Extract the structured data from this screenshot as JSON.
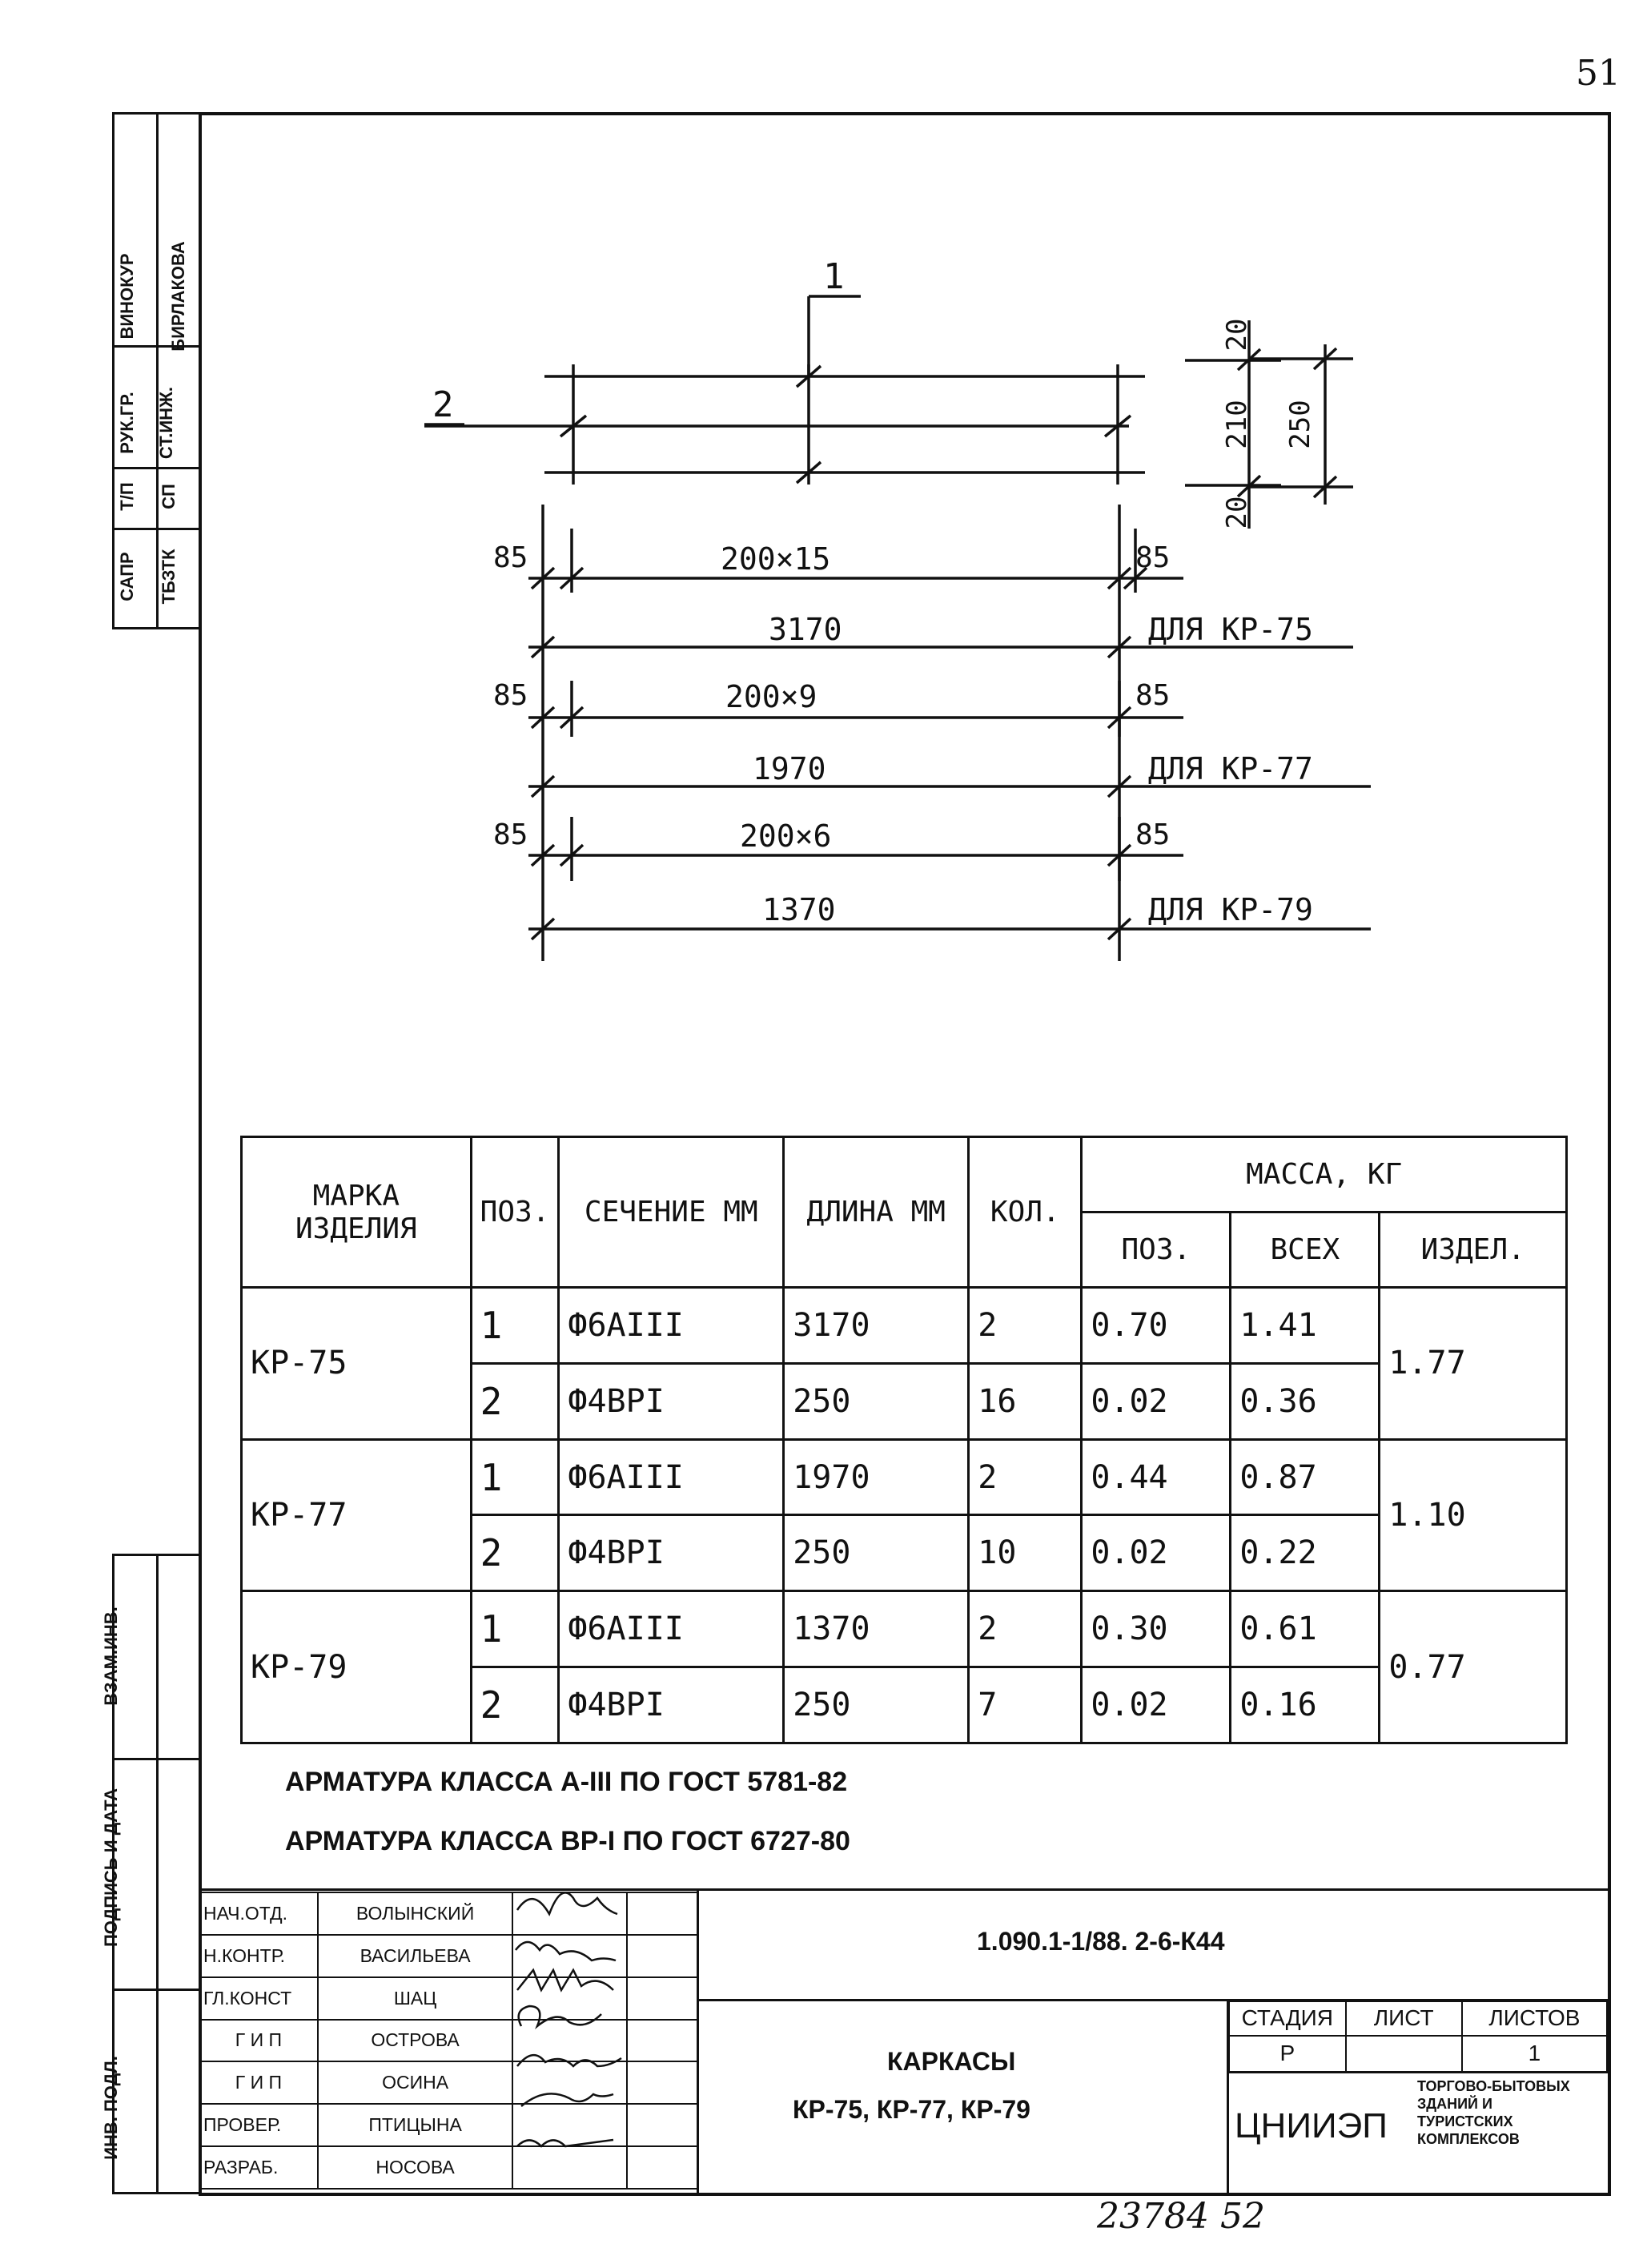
{
  "page_number": "51",
  "inventory_number": "23784 52",
  "side_stamp_top": {
    "rows": [
      {
        "role": "ВИНОКУР",
        "name": "БИРЛАКОВА"
      },
      {
        "role": "РУК.ГР.",
        "name": "СТ.ИНЖ."
      },
      {
        "role": "Т/П",
        "name": "СП"
      },
      {
        "role": "САПР",
        "name": "ТБЗТК"
      }
    ]
  },
  "side_stamp_bottom": {
    "labels": [
      "ВЗАМ.ИНВ.",
      "ПОДПИСЬ И ДАТА",
      "ИНВ. ПОДЛ."
    ]
  },
  "drawing": {
    "label_1": "1",
    "label_2": "2",
    "dim_20_top": "20",
    "dim_210": "210",
    "dim_250": "250",
    "dim_20_bottom": "20",
    "rows": [
      {
        "left": "85",
        "middle": "200×15",
        "right": "85",
        "total": "3170",
        "for": "ДЛЯ КР-75"
      },
      {
        "left": "85",
        "middle": "200×9",
        "right": "85",
        "total": "1970",
        "for": "ДЛЯ КР-77"
      },
      {
        "left": "85",
        "middle": "200×6",
        "right": "85",
        "total": "1370",
        "for": "ДЛЯ КР-79"
      }
    ]
  },
  "table": {
    "headers": {
      "mark": "МАРКА ИЗДЕЛИЯ",
      "pos": "ПОЗ.",
      "section": "СЕЧЕНИЕ ММ",
      "length": "ДЛИНА ММ",
      "qty": "КОЛ.",
      "mass": "МАССА, КГ",
      "mass_pos": "ПОЗ.",
      "mass_all": "ВСЕХ",
      "mass_item": "ИЗДЕЛ."
    },
    "groups": [
      {
        "mark": "КР-75",
        "item_mass": "1.77",
        "rows": [
          {
            "pos": "1",
            "section": "Ф6AIII",
            "length": "3170",
            "qty": "2",
            "mass_pos": "0.70",
            "mass_all": "1.41"
          },
          {
            "pos": "2",
            "section": "Ф4ВРI",
            "length": "250",
            "qty": "16",
            "mass_pos": "0.02",
            "mass_all": "0.36"
          }
        ]
      },
      {
        "mark": "КР-77",
        "item_mass": "1.10",
        "rows": [
          {
            "pos": "1",
            "section": "Ф6AIII",
            "length": "1970",
            "qty": "2",
            "mass_pos": "0.44",
            "mass_all": "0.87"
          },
          {
            "pos": "2",
            "section": "Ф4ВРI",
            "length": "250",
            "qty": "10",
            "mass_pos": "0.02",
            "mass_all": "0.22"
          }
        ]
      },
      {
        "mark": "КР-79",
        "item_mass": "0.77",
        "rows": [
          {
            "pos": "1",
            "section": "Ф6AIII",
            "length": "1370",
            "qty": "2",
            "mass_pos": "0.30",
            "mass_all": "0.61"
          },
          {
            "pos": "2",
            "section": "Ф4ВРI",
            "length": "250",
            "qty": "7",
            "mass_pos": "0.02",
            "mass_all": "0.16"
          }
        ]
      }
    ]
  },
  "notes": [
    "АРМАТУРА КЛАССА А-III ПО ГОСТ 5781-82",
    "АРМАТУРА КЛАССА ВР-I ПО ГОСТ 6727-80"
  ],
  "title_block": {
    "document_code": "1.090.1-1/88. 2-6-К44",
    "people": [
      {
        "role": "НАЧ.ОТД.",
        "name": "ВОЛЫНСКИЙ"
      },
      {
        "role": "Н.КОНТР.",
        "name": "ВАСИЛЬЕВА"
      },
      {
        "role": "ГЛ.КОНСТ",
        "name": "ШАЦ"
      },
      {
        "role": "Г И П",
        "name": "ОСТРОВА"
      },
      {
        "role": "Г И П",
        "name": "ОСИНА"
      },
      {
        "role": "ПРОВЕР.",
        "name": "ПТИЦЫНА"
      },
      {
        "role": "РАЗРАБ.",
        "name": "НОСОВА"
      }
    ],
    "title_line1": "КАРКАСЫ",
    "title_line2": "КР-75, КР-77, КР-79",
    "stage_header": "СТАДИЯ",
    "sheet_header": "ЛИСТ",
    "sheets_header": "ЛИСТОВ",
    "stage_value": "Р",
    "sheet_value": "",
    "sheets_value": "1",
    "organization": "ЦНИИЭП",
    "organization_desc": "ТОРГОВО-БЫТОВЫХ ЗДАНИЙ И ТУРИСТСКИХ КОМПЛЕКСОВ"
  }
}
